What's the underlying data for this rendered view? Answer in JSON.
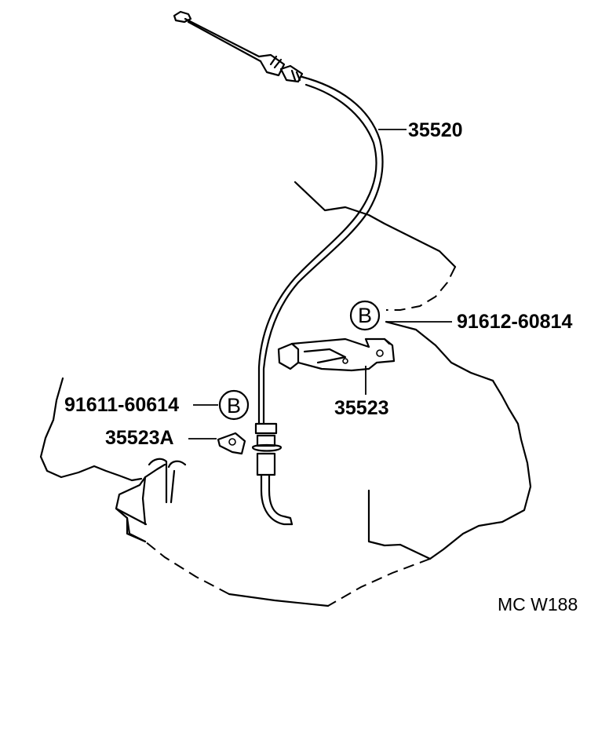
{
  "callouts": {
    "cable": "35520",
    "bolt_right": "91612-60814",
    "bracket": "35523",
    "bolt_left": "91611-60614",
    "clamp": "35523A"
  },
  "markers": {
    "bolt_right": "B",
    "bolt_left": "B"
  },
  "diagram_code": "MC W188"
}
